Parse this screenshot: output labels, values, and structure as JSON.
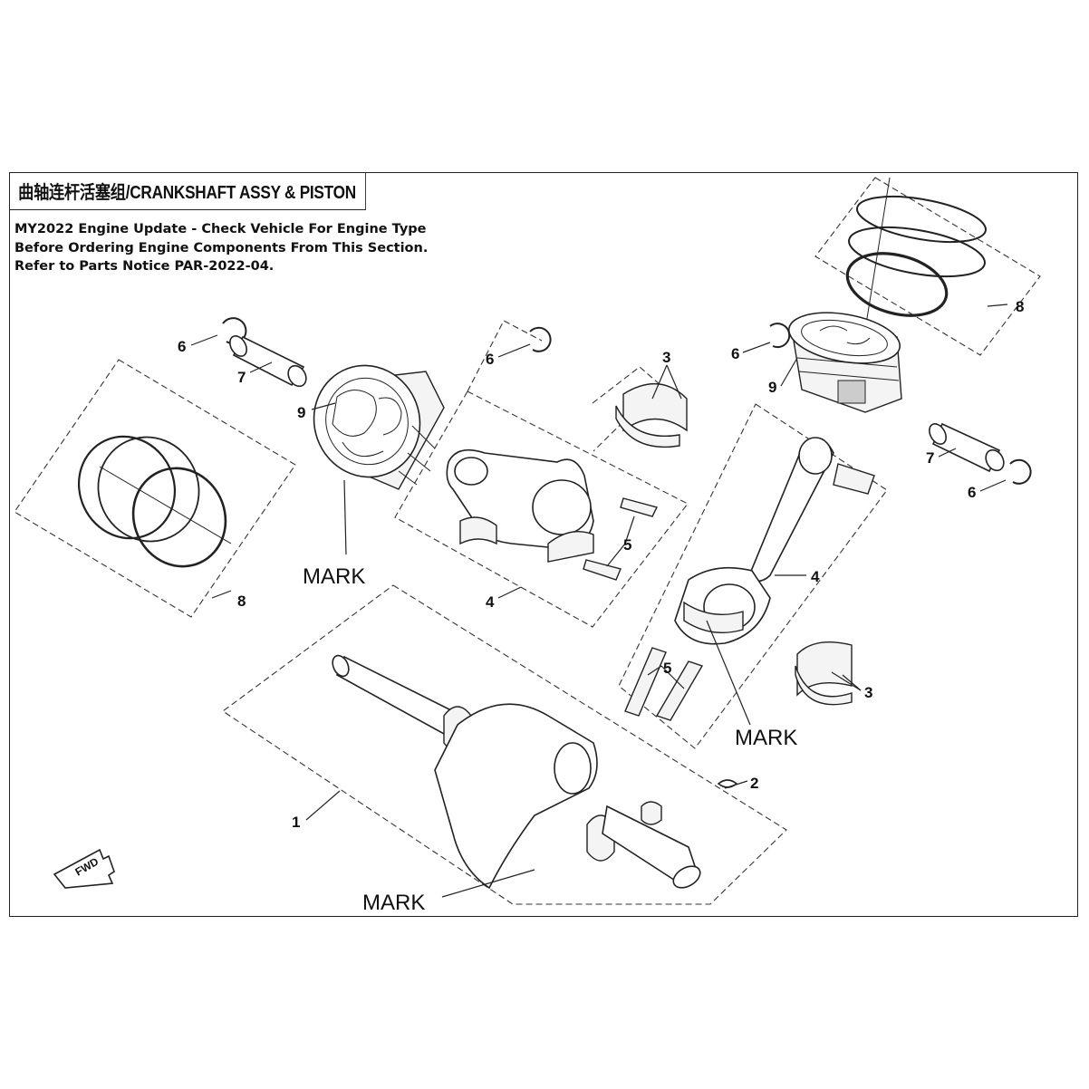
{
  "title": "曲轴连杆活塞组/CRANKSHAFT ASSY & PISTON",
  "notice": [
    "MY2022 Engine Update - Check Vehicle For Engine Type",
    "Before Ordering Engine Components From This Section.",
    "Refer to Parts Notice PAR-2022-04."
  ],
  "callouts": {
    "c1": "1",
    "c2": "2",
    "c3a": "3",
    "c3b": "3",
    "c4a": "4",
    "c4b": "4",
    "c5a": "5",
    "c5b": "5",
    "c6a": "6",
    "c6b": "6",
    "c6c": "6",
    "c6d": "6",
    "c7a": "7",
    "c7b": "7",
    "c8a": "8",
    "c8b": "8",
    "c9a": "9",
    "c9b": "9"
  },
  "marks": {
    "m1": "MARK",
    "m2": "MARK",
    "m3": "MARK"
  },
  "fwd": "FWD"
}
